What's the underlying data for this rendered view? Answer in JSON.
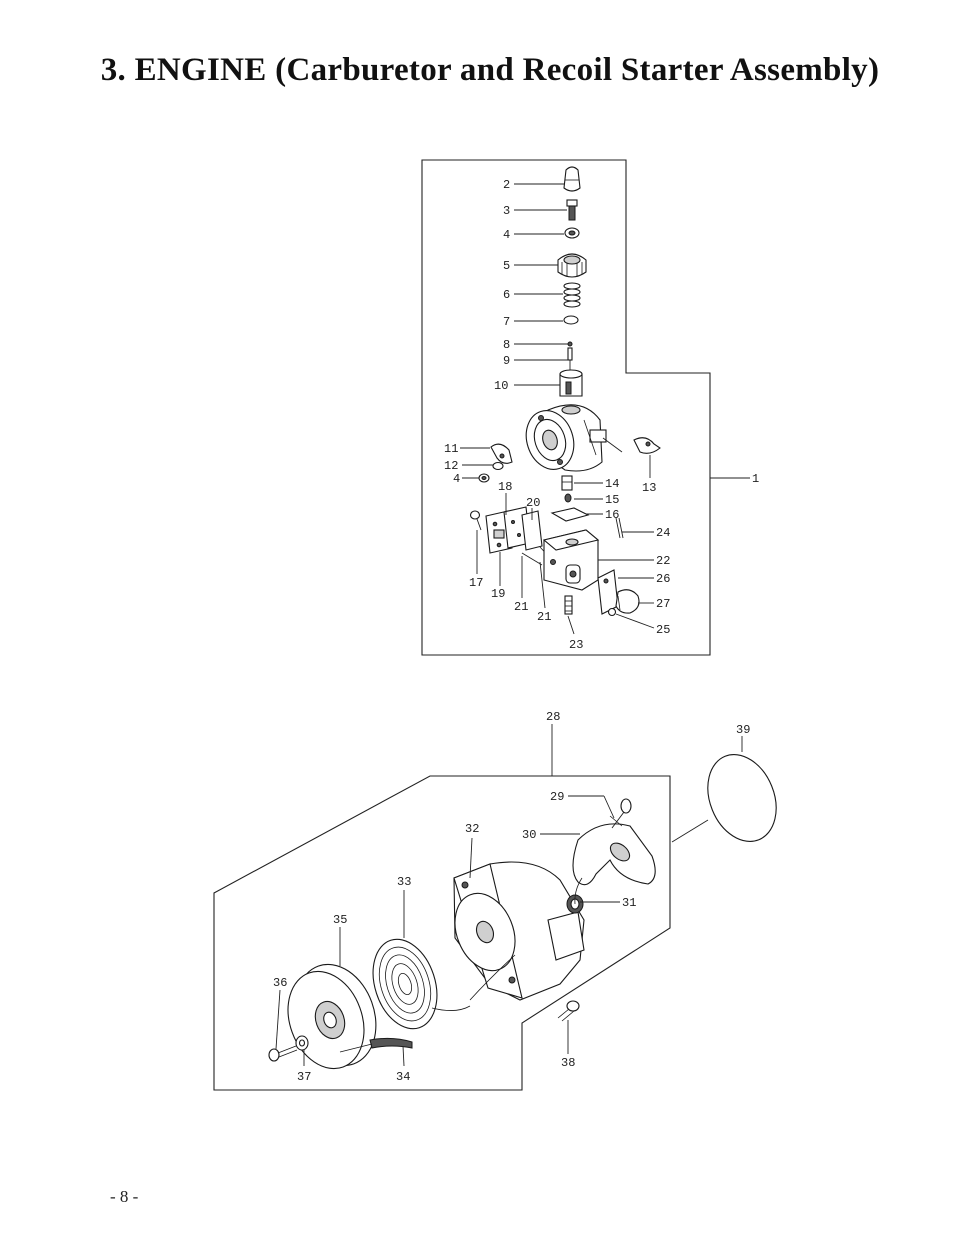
{
  "title": "3. ENGINE (Carburetor and Recoil Starter Assembly)",
  "page_number": "- 8 -",
  "callouts": {
    "c1": "1",
    "c2": "2",
    "c3": "3",
    "c4a": "4",
    "c4b": "4",
    "c5": "5",
    "c6": "6",
    "c7": "7",
    "c8": "8",
    "c9": "9",
    "c10": "10",
    "c11": "11",
    "c12": "12",
    "c13": "13",
    "c14": "14",
    "c15": "15",
    "c16": "16",
    "c17": "17",
    "c18": "18",
    "c19": "19",
    "c20": "20",
    "c21a": "21",
    "c21b": "21",
    "c22": "22",
    "c23": "23",
    "c24": "24",
    "c25": "25",
    "c26": "26",
    "c27": "27",
    "c28": "28",
    "c29": "29",
    "c30": "30",
    "c31": "31",
    "c32": "32",
    "c33": "33",
    "c34": "34",
    "c35": "35",
    "c36": "36",
    "c37": "37",
    "c38": "38",
    "c39": "39"
  }
}
